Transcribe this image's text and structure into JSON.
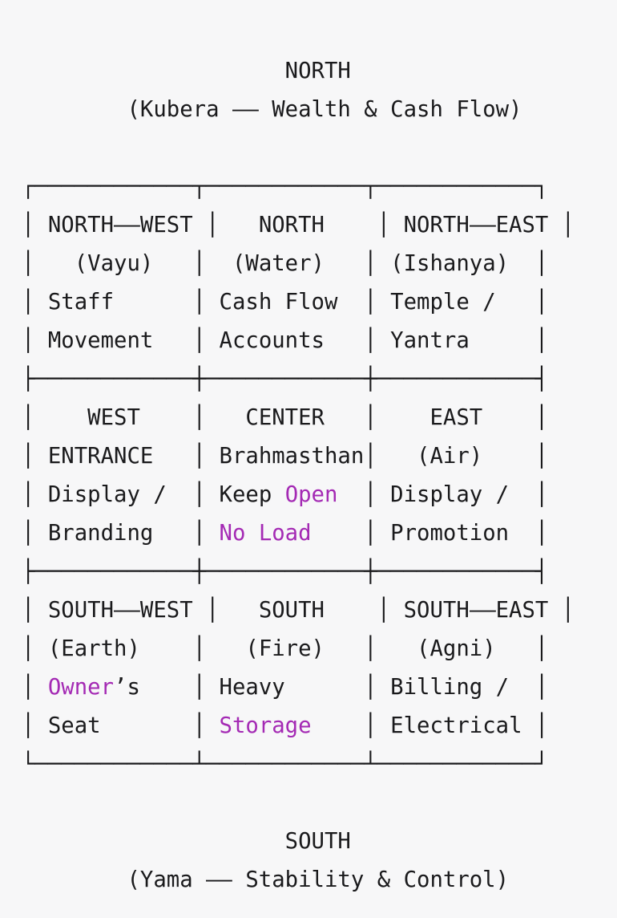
{
  "page": {
    "background": "#f7f7f8",
    "text_color": "#1a1a1c",
    "highlight_color": "#a42ab4"
  },
  "header": {
    "direction": "NORTH",
    "deity_line": "(Kubera — Wealth & Cash Flow)"
  },
  "footer": {
    "direction": "SOUTH",
    "deity_line": "(Yama — Stability & Control)"
  },
  "grid": {
    "lines": [
      {
        "name": "grid-border-top",
        "segments": [
          {
            "t": "┌────────────┬────────────┬────────────┐"
          }
        ]
      },
      {
        "name": "row1-directions",
        "segments": [
          {
            "t": "│ NORTH—WEST │   NORTH    │ NORTH—EAST │"
          }
        ]
      },
      {
        "name": "row1-deities",
        "segments": [
          {
            "t": "│   (Vayu)   │  (Water)   │ (Ishanya)  │"
          }
        ]
      },
      {
        "name": "row1-use-line1",
        "segments": [
          {
            "t": "│ Staff      │ Cash Flow  │ Temple /   │"
          }
        ]
      },
      {
        "name": "row1-use-line2",
        "segments": [
          {
            "t": "│ Movement   │ Accounts   │ Yantra     │"
          }
        ]
      },
      {
        "name": "grid-separator-1",
        "segments": [
          {
            "t": "├────────────┼────────────┼────────────┤"
          }
        ]
      },
      {
        "name": "row2-directions",
        "segments": [
          {
            "t": "│    WEST    │   CENTER   │    EAST    │"
          }
        ]
      },
      {
        "name": "row2-labels",
        "segments": [
          {
            "t": "│ ENTRANCE   │ Brahmasthan│   (Air)    │"
          }
        ]
      },
      {
        "name": "row2-use-line1",
        "segments": [
          {
            "t": "│ Display /  │ Keep "
          },
          {
            "t": "Open",
            "s": "hl"
          },
          {
            "t": "  │ Display /  │"
          }
        ]
      },
      {
        "name": "row2-use-line2",
        "segments": [
          {
            "t": "│ Branding   │ "
          },
          {
            "t": "No Load",
            "s": "hl"
          },
          {
            "t": "    │ Promotion  │"
          }
        ]
      },
      {
        "name": "grid-separator-2",
        "segments": [
          {
            "t": "├────────────┼────────────┼────────────┤"
          }
        ]
      },
      {
        "name": "row3-directions",
        "segments": [
          {
            "t": "│ SOUTH—WEST │   SOUTH    │ SOUTH—EAST │"
          }
        ]
      },
      {
        "name": "row3-deities",
        "segments": [
          {
            "t": "│ (Earth)    │   (Fire)   │   (Agni)   │"
          }
        ]
      },
      {
        "name": "row3-use-line1",
        "segments": [
          {
            "t": "│ "
          },
          {
            "t": "Owner",
            "s": "hl"
          },
          {
            "t": "’s    │ Heavy      │ Billing /  │"
          }
        ]
      },
      {
        "name": "row3-use-line2",
        "segments": [
          {
            "t": "│ Seat       │ "
          },
          {
            "t": "Storage",
            "s": "hl"
          },
          {
            "t": "    │ Electrical │"
          }
        ]
      },
      {
        "name": "grid-border-bottom",
        "segments": [
          {
            "t": "└────────────┴────────────┴────────────┘"
          }
        ]
      }
    ]
  }
}
